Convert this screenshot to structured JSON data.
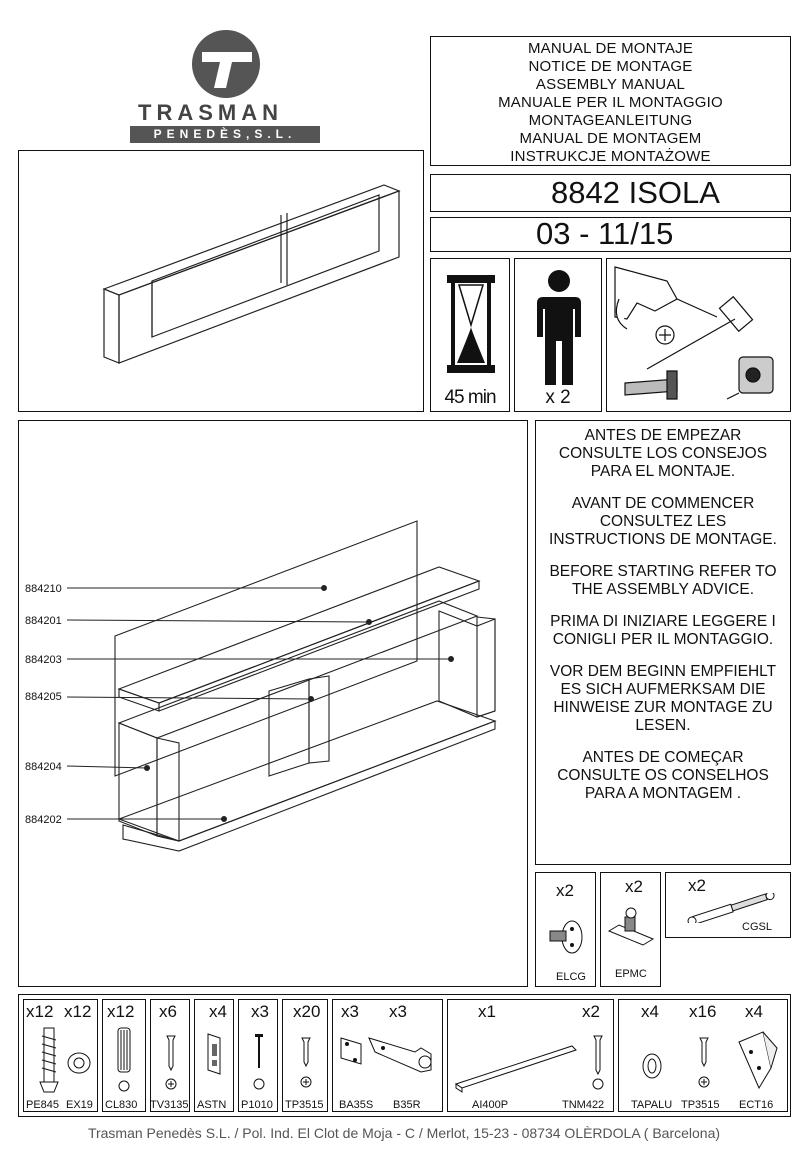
{
  "brand": {
    "name": "TRASMAN",
    "sub": "PENEDÈS,S.L."
  },
  "manual_titles": [
    "MANUAL DE MONTAJE",
    "NOTICE DE MONTAGE",
    "ASSEMBLY MANUAL",
    "MANUALE PER IL MONTAGGIO",
    "MONTAGEANLEITUNG",
    "MANUAL DE MONTAGEM",
    "INSTRUKCJE MONTAŻOWE"
  ],
  "product": {
    "name": "8842 ISOLA",
    "date": "03 - 11/15"
  },
  "info": {
    "time": "45 min",
    "persons": "x 2"
  },
  "part_codes": [
    "884210",
    "884201",
    "884203",
    "884205",
    "884204",
    "884202"
  ],
  "advice": [
    "ANTES DE EMPEZAR CONSULTE LOS CONSEJOS PARA EL MONTAJE.",
    "AVANT DE COMMENCER CONSULTEZ LES INSTRUCTIONS DE MONTAGE.",
    "BEFORE STARTING REFER TO THE ASSEMBLY ADVICE.",
    "PRIMA DI INIZIARE LEGGERE I CONIGLI PER IL MONTAGGIO.",
    "VOR DEM BEGINN EMPFIEHLT ES SICH AUFMERKSAM DIE HINWEISE ZUR MONTAGE ZU LESEN.",
    "ANTES DE COMEÇAR CONSULTE OS CONSELHOS PARA A MONTAGEM ."
  ],
  "extra_hardware": [
    {
      "qty": "x2",
      "code": "ELCG"
    },
    {
      "qty": "x2",
      "code": "EPMC"
    },
    {
      "qty": "x2",
      "code": "CGSL"
    }
  ],
  "hardware": [
    {
      "qty": "x12",
      "code": "PE845"
    },
    {
      "qty": "x12",
      "code": "EX19"
    },
    {
      "qty": "x12",
      "code": "CL830"
    },
    {
      "qty": "x6",
      "code": "TV3135"
    },
    {
      "qty": "x4",
      "code": "ASTN"
    },
    {
      "qty": "x3",
      "code": "P1010"
    },
    {
      "qty": "x20",
      "code": "TP3515"
    },
    {
      "qty": "x3",
      "code": "BA35S"
    },
    {
      "qty": "x3",
      "code": "B35R"
    },
    {
      "qty": "x1",
      "code": "AI400P"
    },
    {
      "qty": "x2",
      "code": "TNM422"
    },
    {
      "qty": "x4",
      "code": "TAPALU"
    },
    {
      "qty": "x16",
      "code": "TP3515"
    },
    {
      "qty": "x4",
      "code": "ECT16"
    }
  ],
  "footer": "Trasman Penedès S.L. / Pol. Ind. El Clot de Moja - C / Merlot, 15-23 - 08734 OLÈRDOLA ( Barcelona)"
}
